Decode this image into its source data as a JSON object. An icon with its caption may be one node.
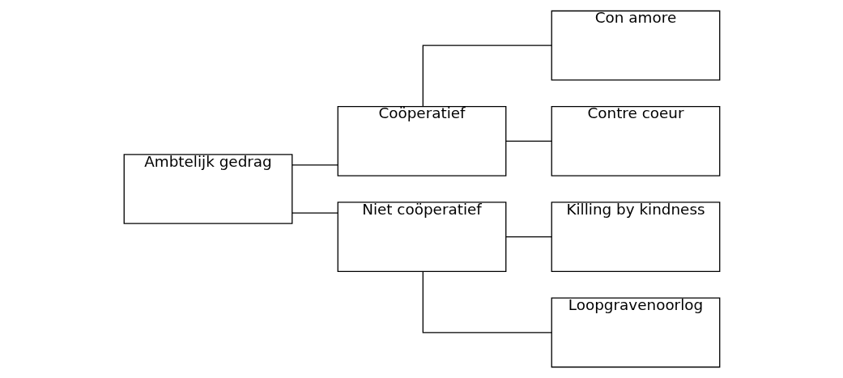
{
  "diagram": {
    "nodes": [
      {
        "text": [
          "Ambtelijk gedrag"
        ]
      },
      {
        "text": [
          "Coöperatief"
        ]
      },
      {
        "text": [
          "Niet coöperatief"
        ]
      },
      {
        "text": [
          "Con amore"
        ]
      },
      {
        "text": [
          "Contre coeur"
        ]
      },
      {
        "text": [
          "Killing by kindness"
        ]
      },
      {
        "text": [
          "Loopgravenoorlog"
        ]
      }
    ],
    "edges": [
      {
        "from": 0,
        "to": 1,
        "arrow": "none"
      },
      {
        "from": 0,
        "to": 2,
        "arrow": "none"
      },
      {
        "from": 1,
        "to": 3,
        "arrow": "none"
      },
      {
        "from": 1,
        "to": 4,
        "arrow": "none"
      },
      {
        "from": 2,
        "to": 5,
        "arrow": "none"
      },
      {
        "from": 2,
        "to": 6,
        "arrow": "none"
      }
    ]
  }
}
